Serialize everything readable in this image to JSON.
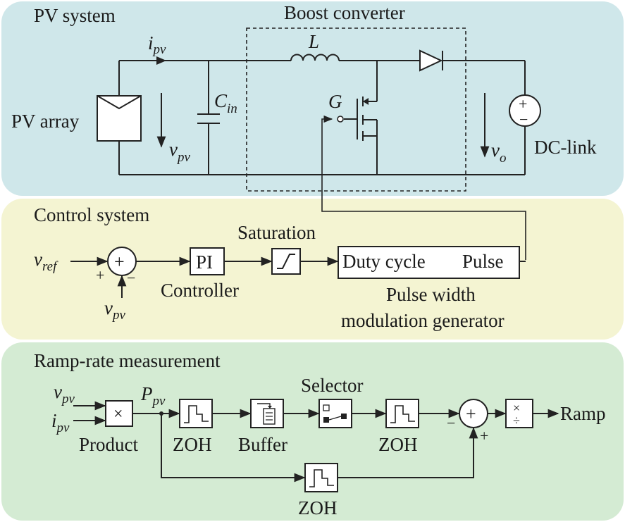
{
  "panels": {
    "pv": {
      "title": "PV system",
      "color": "#cfe7ea"
    },
    "control": {
      "title": "Control system",
      "color": "#f4f4d2"
    },
    "ramp": {
      "title": "Ramp-rate measurement",
      "color": "#d4ebd3"
    }
  },
  "pv_system": {
    "boost_label": "Boost converter",
    "pv_array": "PV array",
    "dc_link": "DC-link",
    "current_sym": "i",
    "current_sub": "pv",
    "voltage_sym": "v",
    "voltage_sub": "pv",
    "cap_sym": "C",
    "cap_sub": "in",
    "inductor": "L",
    "gate": "G",
    "out_sym": "v",
    "out_sub": "o",
    "src_plus": "+",
    "src_minus": "−"
  },
  "control": {
    "vref_sym": "v",
    "vref_sub": "ref",
    "vpv_sym": "v",
    "vpv_sub": "pv",
    "sum_sign": "+",
    "plus": "+",
    "minus": "−",
    "pi": "PI",
    "controller": "Controller",
    "saturation": "Saturation",
    "duty": "Duty cycle",
    "pulse": "Pulse",
    "pwm_line1": "Pulse width",
    "pwm_line2": "modulation generator"
  },
  "ramp": {
    "vpv_sym": "v",
    "vpv_sub": "pv",
    "ipv_sym": "i",
    "ipv_sub": "pv",
    "ppv_sym": "P",
    "ppv_sub": "pv",
    "product_sym": "×",
    "product": "Product",
    "zoh1": "ZOH",
    "buffer": "Buffer",
    "selector": "Selector",
    "zoh2": "ZOH",
    "zoh3": "ZOH",
    "sum_sign": "+",
    "minus": "−",
    "plus": "+",
    "div_top": "×",
    "div_bot": "÷",
    "output": "Ramp"
  }
}
